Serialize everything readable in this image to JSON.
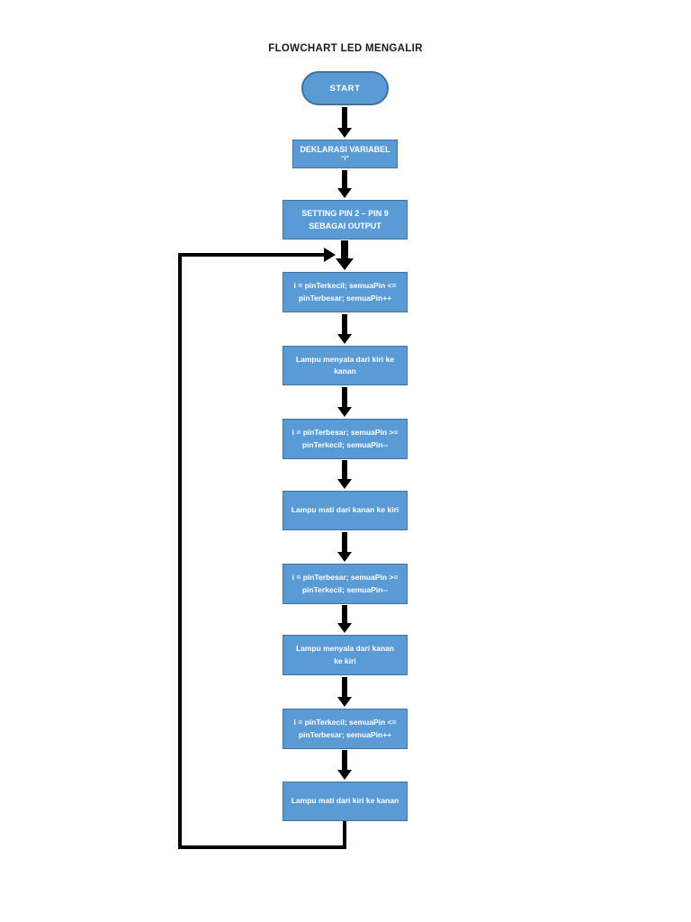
{
  "title": "FLOWCHART LED MENGALIR",
  "colors": {
    "box_fill": "#5B9BD5",
    "box_border": "#41719C",
    "box_text": "#FFFFFF",
    "connector": "#000000",
    "title_text": "#1A1A1A",
    "page_background": "#FFFFFF"
  },
  "nodes": {
    "start": {
      "label": "START"
    },
    "deklarasi": {
      "line1": "DEKLARASI VARIABEL",
      "line2": "“i”"
    },
    "setting": {
      "line1": "SETTING PIN 2 – PIN 9",
      "line2": "SEBAGAI OUTPUT"
    },
    "loop_naik_1": {
      "line1": "i = pinTerkecil; semuaPin <=",
      "line2": "pinTerbesar; semuaPin++"
    },
    "lampu_menyala_kiri_kanan": {
      "line1": "Lampu menyala dari kiri ke",
      "line2": "kanan"
    },
    "loop_turun_1": {
      "line1": "i = pinTerbesar; semuaPin >=",
      "line2": "pinTerkecil; semuaPin--"
    },
    "lampu_mati_kanan_kiri": {
      "line1": "Lampu mati dari kanan ke kiri"
    },
    "loop_turun_2": {
      "line1": "i = pinTerbesar; semuaPin >=",
      "line2": "pinTerkecil; semuaPin--"
    },
    "lampu_menyala_kanan_kiri": {
      "line1": "Lampu menyala dari kanan",
      "line2": "ke kiri"
    },
    "loop_naik_2": {
      "line1": "i = pinTerkecil; semuaPin <=",
      "line2": "pinTerbesar; semuaPin++"
    },
    "lampu_mati_kiri_kanan": {
      "line1": "Lampu mati dari kiri ke kanan"
    }
  }
}
